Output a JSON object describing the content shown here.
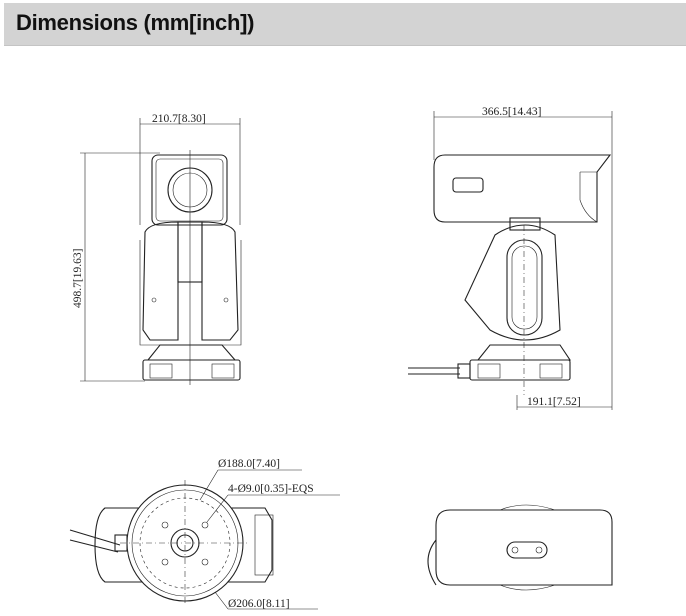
{
  "header": {
    "title": "Dimensions (mm[inch])"
  },
  "dimensions": {
    "front_width": "210.7[8.30]",
    "front_height": "498.7[19.63]",
    "side_width": "366.5[14.43]",
    "side_offset": "191.1[7.52]",
    "bottom_inner_diameter": "Ø188.0[7.40]",
    "bottom_holes": "4-Ø9.0[0.35]-EQS",
    "bottom_outer_diameter": "Ø206.0[8.11]"
  }
}
